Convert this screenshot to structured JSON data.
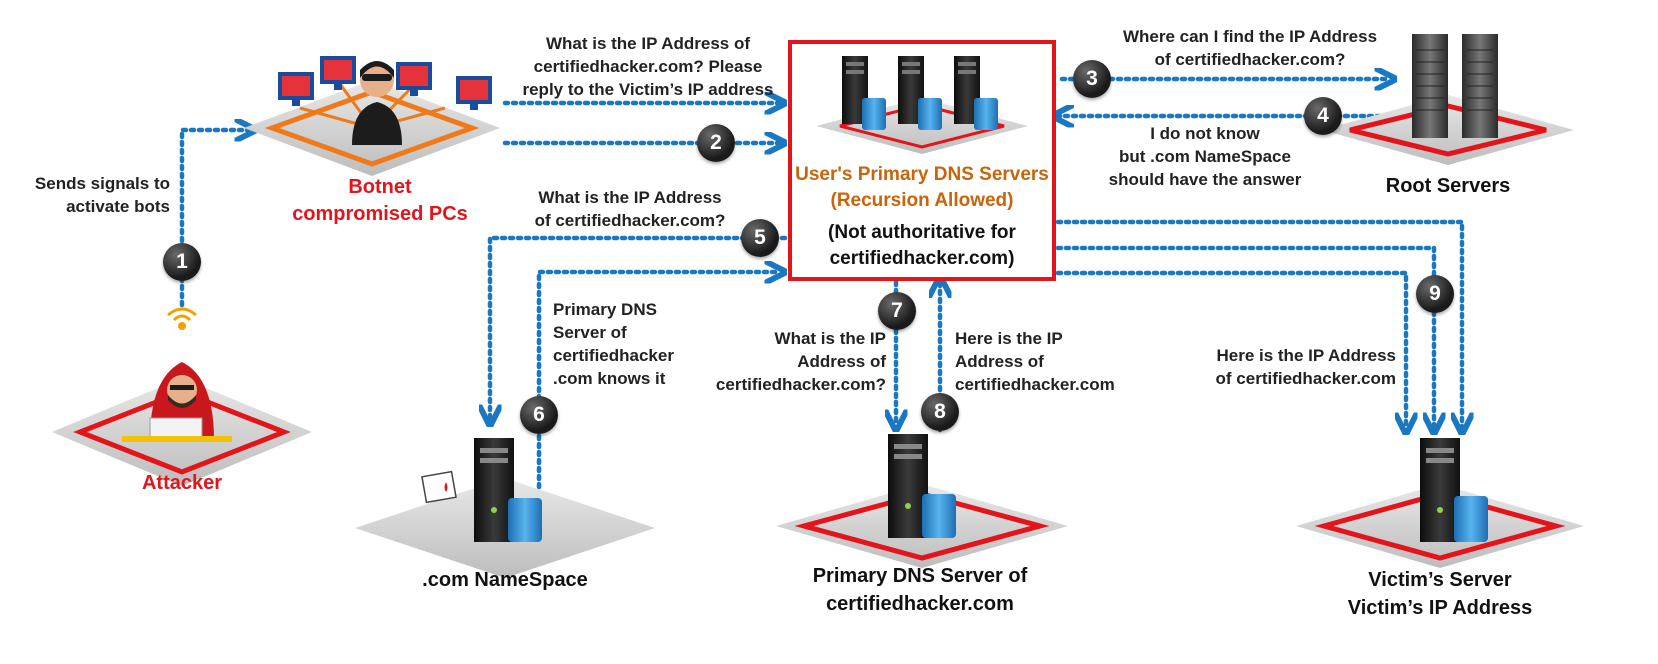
{
  "nodes": {
    "attacker": "Attacker",
    "botnet_line1": "Botnet",
    "botnet_line2": "compromised PCs",
    "dns_primary_line1": "User's Primary DNS Servers",
    "dns_primary_line2": "(Recursion Allowed)",
    "dns_primary_line3": "(Not authoritative for",
    "dns_primary_line4": "certifiedhacker.com)",
    "root_servers": "Root Servers",
    "com_namespace": ".com NameSpace",
    "auth_dns_line1": "Primary DNS Server of",
    "auth_dns_line2": "certifiedhacker.com",
    "victim_line1": "Victim’s Server",
    "victim_line2": "Victim’s IP Address"
  },
  "messages": {
    "sends_signals_1": "Sends signals to",
    "sends_signals_2": "activate bots",
    "botnet_query_1": "What is the IP Address of",
    "botnet_query_2": "certifiedhacker.com? Please",
    "botnet_query_3": "reply to the Victim’s IP address",
    "root_query_1": "Where can I find the IP Address",
    "root_query_2": "of certifiedhacker.com?",
    "root_reply_1": "I do not know",
    "root_reply_2": "but .com NameSpace",
    "root_reply_3": "should have the answer",
    "com_query_1": "What is the IP Address",
    "com_query_2": "of certifiedhacker.com?",
    "com_reply_1": "Primary DNS",
    "com_reply_2": "Server of",
    "com_reply_3": "certifiedhacker",
    "com_reply_4": ".com knows it",
    "auth_query_1": "What is the IP",
    "auth_query_2": "Address of",
    "auth_query_3": "certifiedhacker.com?",
    "auth_reply_1": "Here is the IP",
    "auth_reply_2": "Address of",
    "auth_reply_3": "certifiedhacker.com",
    "victim_msg_1": "Here is the IP Address",
    "victim_msg_2": "of certifiedhacker.com"
  },
  "steps": [
    "1",
    "2",
    "3",
    "4",
    "5",
    "6",
    "7",
    "8",
    "9"
  ],
  "colors": {
    "arrow": "#1a78c2",
    "highlight_red": "#e3151b",
    "accent_orange": "#c8640a",
    "platform_gray": "#d7d7d7",
    "server_black": "#1c1c1c",
    "server_blue": "#2a8fd6",
    "monitor_red": "#e6323a"
  },
  "icons": [
    "hacker-icon",
    "botnet-pc-icon",
    "server-icon",
    "database-icon",
    "wifi-signal-icon",
    "document-icon"
  ]
}
